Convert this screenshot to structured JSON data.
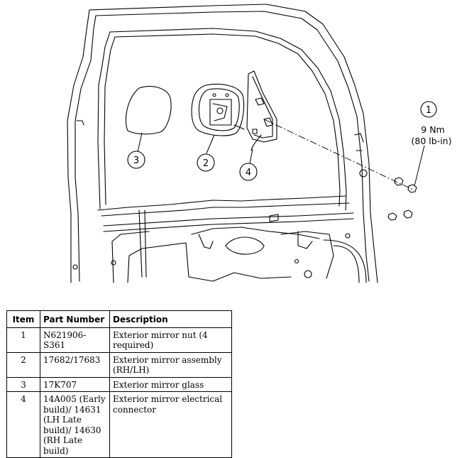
{
  "diagram": {
    "callouts": [
      {
        "number": "1"
      },
      {
        "number": "2"
      },
      {
        "number": "3"
      },
      {
        "number": "4"
      }
    ],
    "torque_spec": {
      "line1": "9 Nm",
      "line2": "(80 lb-in)"
    }
  },
  "table": {
    "headers": {
      "item": "Item",
      "part_number": "Part Number",
      "description": "Description"
    },
    "rows": [
      {
        "item": "1",
        "part_number": "N621906-S361",
        "description": "Exterior mirror nut (4 required)"
      },
      {
        "item": "2",
        "part_number": "17682/17683",
        "description": "Exterior mirror assembly (RH/LH)"
      },
      {
        "item": "3",
        "part_number": "17K707",
        "description": "Exterior mirror glass"
      },
      {
        "item": "4",
        "part_number": "14A005 (Early build)/ 14631 (LH Late build)/ 14630 (RH Late build)",
        "description": "Exterior mirror electrical connector"
      }
    ]
  }
}
